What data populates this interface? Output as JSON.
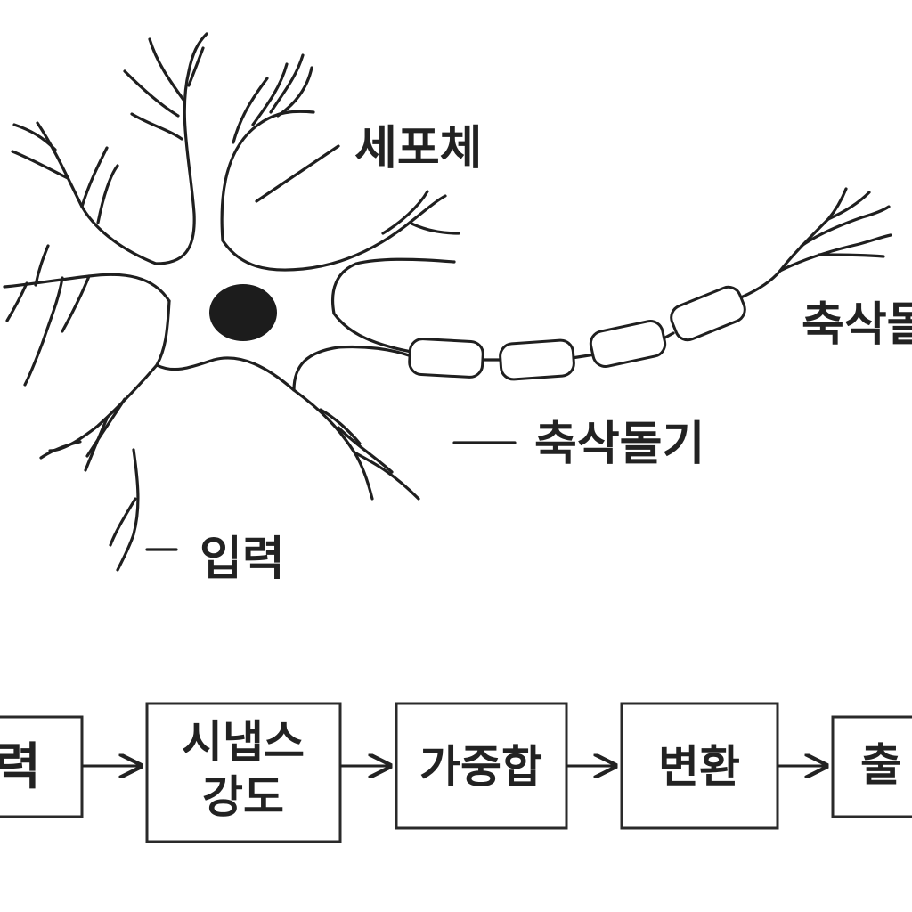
{
  "neuron": {
    "labels": {
      "soma": "세포체",
      "axon": "축삭돌",
      "axon_terminal": "축삭돌기",
      "input": "입력"
    }
  },
  "flow": {
    "steps": [
      "력",
      "시냅스",
      "강도",
      "가중합",
      "변환",
      "출"
    ]
  }
}
